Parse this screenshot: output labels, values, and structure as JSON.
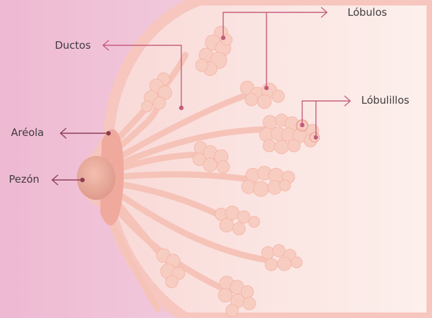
{
  "labels": {
    "lobulos": "Lóbulos",
    "ductos": "Ductos",
    "lobulillos": "Lóbulillos",
    "areola": "Aréola",
    "pezon": "Pezón"
  },
  "colors": {
    "background_left": "#eeb9d2",
    "background_right": "#f5dde8",
    "breast_fill": "#fbe6e2",
    "breast_outline": "#f6c6bf",
    "duct": "#f6c3b8",
    "lobule": "#f8cdc1",
    "areola": "#f0a99d",
    "nipple": "#e8a898",
    "duct_pointer": "#c45d7c",
    "areola_pointer": "#8c3d52"
  }
}
